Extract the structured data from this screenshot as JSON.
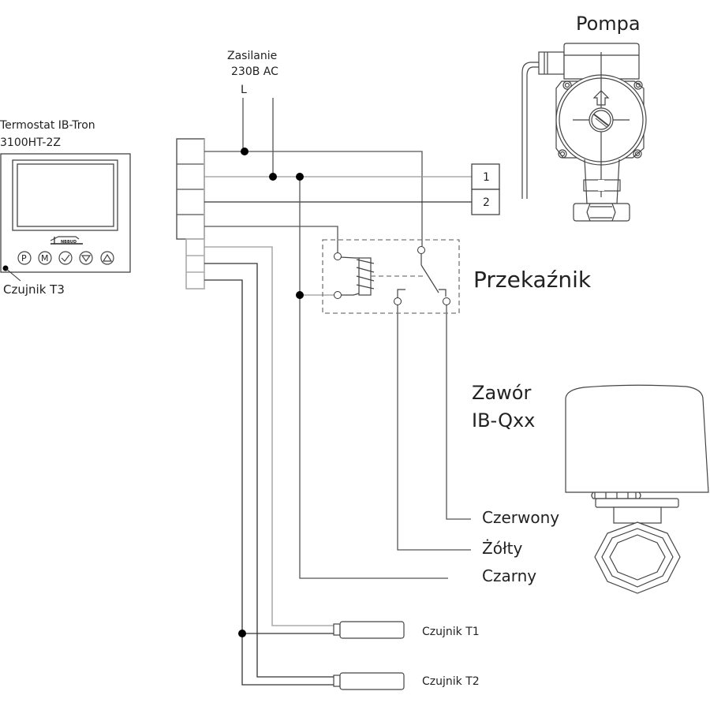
{
  "labels": {
    "thermostat_line1": "Termostat IB-Tron",
    "thermostat_line2": "3100HT-2Z",
    "sensor_t3": "Czujnik T3",
    "power_line1": "Zasilanie",
    "power_line2": "230B AC",
    "power_phase": "L",
    "pump": "Pompa",
    "relay": "Przekaźnik",
    "valve_line1": "Zawór",
    "valve_line2": "IB-Qxx",
    "wire_red": "Czerwony",
    "wire_yellow": "Żółty",
    "wire_black": "Czarny",
    "sensor_t1": "Czujnik T1",
    "sensor_t2": "Czujnik T2",
    "pump_terminal_1": "1",
    "pump_terminal_2": "2"
  },
  "thermostat": {
    "buttons": [
      {
        "name": "program-button",
        "glyph": "P"
      },
      {
        "name": "mode-button",
        "glyph": "M"
      },
      {
        "name": "confirm-button",
        "glyph": "check"
      },
      {
        "name": "down-button",
        "glyph": "triangle-down"
      },
      {
        "name": "up-button",
        "glyph": "triangle-up"
      }
    ],
    "logo": "InstBud logo"
  }
}
